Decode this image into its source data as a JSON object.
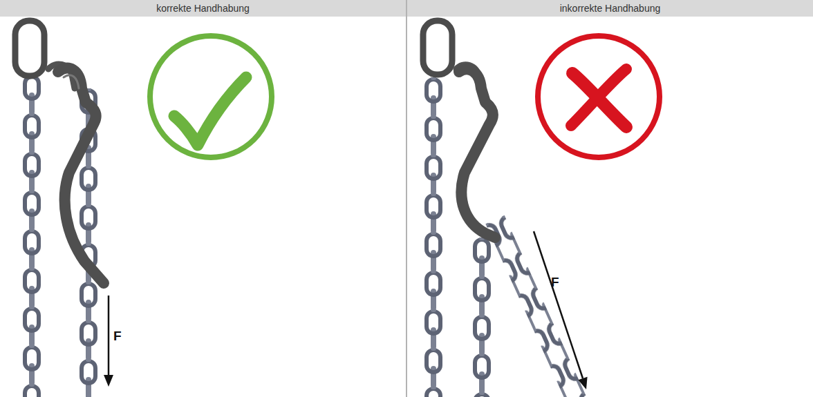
{
  "diagram": {
    "nodes": [
      {
        "text": [
          "korrekte Handhabung"
        ]
      },
      {
        "text": [
          "inkorrekte Handhabung"
        ]
      }
    ],
    "labels": [
      "F",
      "F"
    ]
  }
}
